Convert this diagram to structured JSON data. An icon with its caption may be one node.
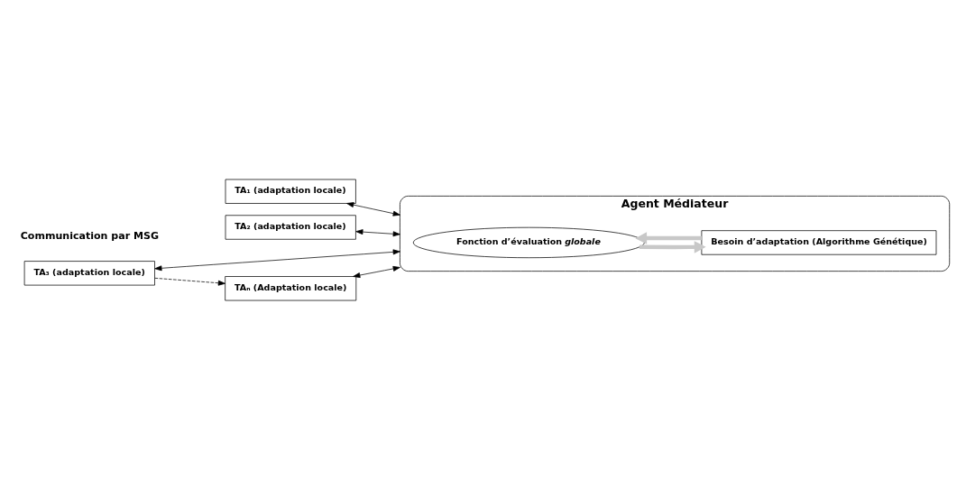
{
  "diagram": {
    "nodes": [
      {
        "text": [
          "Agent Médiateur"
        ]
      },
      {
        "text": [
          "Fonction d’évaluation *globale*"
        ],
        "in": 0
      },
      {
        "text": [
          "Besoin d’adaptation (Algorithme Génétique)"
        ],
        "in": 0
      },
      {
        "text": [
          "TA₁ (adaptation locale)"
        ]
      },
      {
        "text": [
          "TA₂ (adaptation locale)"
        ]
      },
      {
        "text": [
          "TA₃ (adaptation locale)"
        ]
      },
      {
        "text": [
          "TAₙ (Adaptation locale)"
        ]
      }
    ],
    "edges": [
      {
        "from": 1,
        "to": 2,
        "arrow": "to",
        "style": "thick",
        "color": "#c8c8c8"
      },
      {
        "from": 2,
        "to": 1,
        "arrow": "to",
        "style": "thick",
        "color": "#c8c8c8"
      },
      {
        "from": 3,
        "to": 0,
        "arrow": "both"
      },
      {
        "from": 4,
        "to": 0,
        "arrow": "both"
      },
      {
        "from": 5,
        "to": 0,
        "arrow": "both"
      },
      {
        "from": 5,
        "to": 6,
        "arrow": "to",
        "style": "dashed"
      },
      {
        "from": 6,
        "to": 0,
        "arrow": "both"
      }
    ],
    "labels": [
      "Communication par MSG"
    ]
  }
}
